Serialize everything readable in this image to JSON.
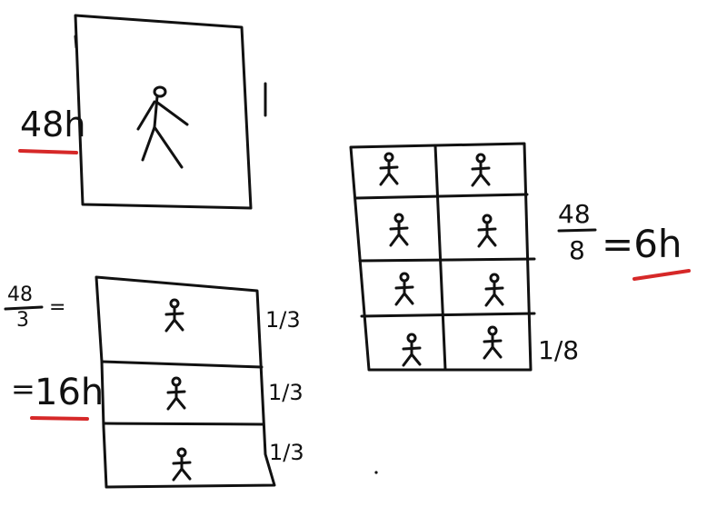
{
  "diagrams": {
    "whole": {
      "label": "48h",
      "fraction": "1",
      "people": 1
    },
    "thirds": {
      "fraction_num": "48",
      "fraction_den": "3",
      "equals": "=",
      "result_equals": "=",
      "result": "16h",
      "part_label": "1/3",
      "parts": 3
    },
    "eighths": {
      "fraction_num": "48",
      "fraction_den": "8",
      "result": "=6h",
      "part_label": "1/8",
      "parts": 8
    }
  },
  "colors": {
    "ink": "#111111",
    "underline": "#d62828"
  }
}
